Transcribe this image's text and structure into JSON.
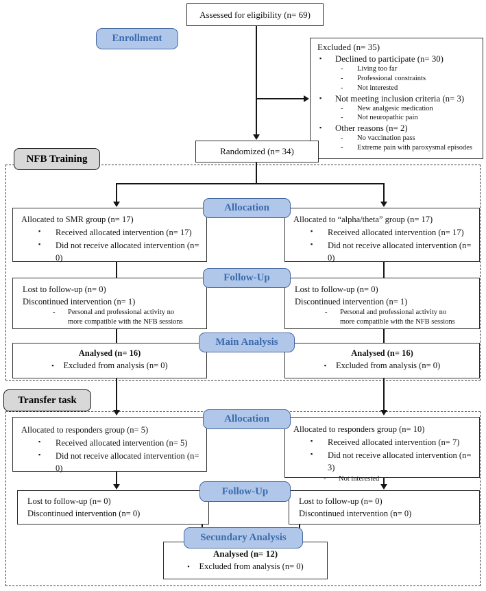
{
  "colors": {
    "phase_label_fill": "#b0c7e9",
    "phase_label_border": "#44679e",
    "phase_label_text": "#3c6bae",
    "section_label_fill": "#d8d8d8",
    "line_color": "#151515"
  },
  "enrollment": {
    "assessed": "Assessed for eligibility (n= 69)",
    "label": "Enrollment",
    "randomized": "Randomized (n= 34)",
    "excluded": {
      "title": "Excluded  (n= 35)",
      "groups": [
        {
          "label": "Declined to participate (n= 30)",
          "subs": [
            "Living too far",
            "Professional constraints",
            "Not interested"
          ]
        },
        {
          "label": "Not meeting inclusion criteria (n= 3)",
          "subs": [
            "New analgesic medication",
            "Not neuropathic pain"
          ]
        },
        {
          "label": "Other reasons (n= 2)",
          "subs": [
            "No vaccination pass",
            "Extreme pain with paroxysmal episodes"
          ]
        }
      ]
    }
  },
  "nfb": {
    "section_label": "NFB Training",
    "allocation_label": "Allocation",
    "followup_label": "Follow-Up",
    "analysis_label": "Main Analysis",
    "left": {
      "alloc_title": "Allocated to SMR group (n= 17)",
      "alloc_items": [
        "Received allocated intervention (n= 17)",
        "Did not receive allocated intervention (n= 0)"
      ],
      "fu_line1": "Lost to follow-up (n= 0)",
      "fu_line2": "Discontinued intervention (n= 1)",
      "fu_sub": "Personal and professional activity no more compatible with the NFB sessions",
      "analysed": "Analysed  (n= 16)",
      "analysed_item": "Excluded from analysis (n= 0)"
    },
    "right": {
      "alloc_title": "Allocated to “alpha/theta” group (n= 17)",
      "alloc_items": [
        "Received allocated intervention (n= 17)",
        "Did not receive allocated intervention (n= 0)"
      ],
      "fu_line1": "Lost to follow-up (n= 0)",
      "fu_line2": "Discontinued intervention (n= 1)",
      "fu_sub": "Personal and professional activity no more compatible with the NFB sessions",
      "analysed": "Analysed  (n= 16)",
      "analysed_item": "Excluded from analysis (n= 0)"
    }
  },
  "transfer": {
    "section_label": "Transfer task",
    "allocation_label": "Allocation",
    "followup_label": "Follow-Up",
    "analysis_label": "Secundary Analysis",
    "left": {
      "alloc_title": "Allocated to responders group  (n= 5)",
      "alloc_items": [
        "Received allocated intervention (n= 5)",
        "Did not receive allocated intervention (n= 0)"
      ],
      "fu_line1": "Lost to follow-up (n= 0)",
      "fu_line2": "Discontinued intervention (n= 0)"
    },
    "right": {
      "alloc_title": "Allocated to responders group  (n= 10)",
      "alloc_items": [
        "Received allocated intervention (n= 7)",
        "Did not receive allocated intervention (n= 3)"
      ],
      "alloc_sub": "Not interested",
      "fu_line1": "Lost to follow-up (n= 0)",
      "fu_line2": "Discontinued intervention (n= 0)"
    },
    "final": {
      "analysed": "Analysed  (n= 12)",
      "analysed_item": "Excluded from analysis (n= 0)"
    }
  }
}
